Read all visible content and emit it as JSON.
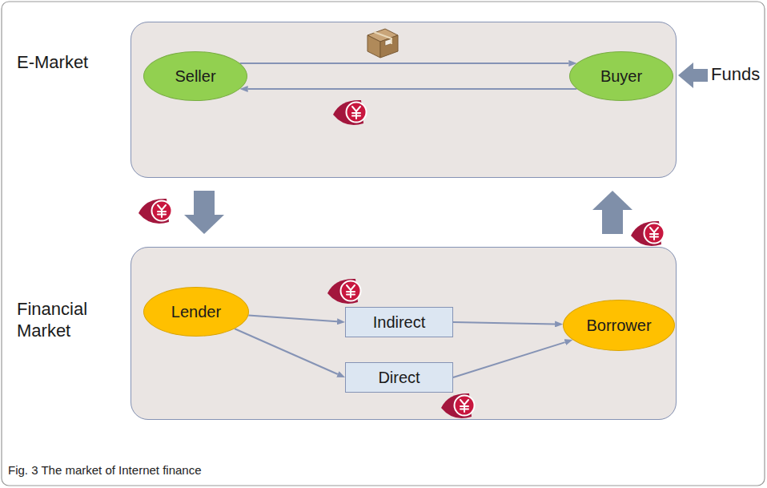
{
  "diagram": {
    "caption": "Fig. 3 The market of Internet finance",
    "nodes": [
      {
        "text": [
          "E-Market"
        ]
      },
      {
        "text": [
          "Seller"
        ],
        "in": 0
      },
      {
        "text": [
          "Buyer"
        ],
        "in": 0
      },
      {
        "text": [
          "Financial Market"
        ]
      },
      {
        "text": [
          "Lender"
        ],
        "in": 3
      },
      {
        "text": [
          "Indirect"
        ],
        "in": 3
      },
      {
        "text": [
          "Direct"
        ],
        "in": 3
      },
      {
        "text": [
          "Borrower"
        ],
        "in": 3
      }
    ],
    "edges": [
      {
        "from": 1,
        "to": 2,
        "arrow": "to"
      },
      {
        "from": 2,
        "to": 1,
        "arrow": "to"
      },
      {
        "from": 0,
        "to": 3,
        "arrow": "to"
      },
      {
        "from": 4,
        "to": 5,
        "arrow": "to"
      },
      {
        "from": 4,
        "to": 6,
        "arrow": "to"
      },
      {
        "from": 5,
        "to": 7,
        "arrow": "to"
      },
      {
        "from": 6,
        "to": 7,
        "arrow": "to"
      },
      {
        "from": 3,
        "to": 0,
        "arrow": "to"
      }
    ],
    "labels": [
      "Funds"
    ]
  }
}
